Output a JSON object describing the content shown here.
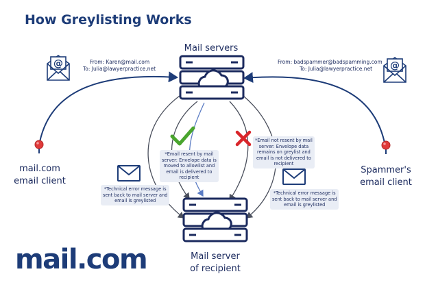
{
  "title": "How Greylisting Works",
  "labels": {
    "mail_servers": "Mail servers",
    "sender_client_line1": "mail.com",
    "sender_client_line2": "email client",
    "spammer_client_line1": "Spammer's",
    "spammer_client_line2": "email client",
    "recipient_server_line1": "Mail server",
    "recipient_server_line2": "of recipient"
  },
  "left_mail": {
    "from": "From: Karen@mail.com",
    "to": "To: Julia@lawyerpractice.net"
  },
  "right_mail": {
    "from": "From: badspammer@badspamming.com",
    "to": "To: Julia@lawyerpractice.net"
  },
  "notes": {
    "left_error": [
      "*Technical error message is",
      "sent back to mail server and",
      "email is greylisted"
    ],
    "accepted": [
      "*Email resent by mail",
      "server: Envelope data is",
      "moved to allowlist and",
      "email is delivered to",
      "recipient"
    ],
    "rejected": [
      "*Email not resent by mail",
      "server: Envelope data",
      "remains on greylist and",
      "email is not delivered to",
      "recipient"
    ],
    "right_error": [
      "*Technical error message is",
      "sent back to mail server and",
      "email is greylisted"
    ]
  },
  "logo": {
    "text_main": "mail",
    "text_dot": ".",
    "text_tld": "com"
  },
  "icons": [
    "email-at-icon",
    "envelope-icon",
    "server-cloud-icon",
    "checkmark-icon",
    "cross-icon",
    "pin-icon"
  ],
  "colors": {
    "navy": "#1d3c78",
    "dark": "#1b2a5e",
    "check": "#4aa52e",
    "cross": "#d9262b",
    "pin": "#e03a3a",
    "note_bg": "#e9edf5"
  }
}
